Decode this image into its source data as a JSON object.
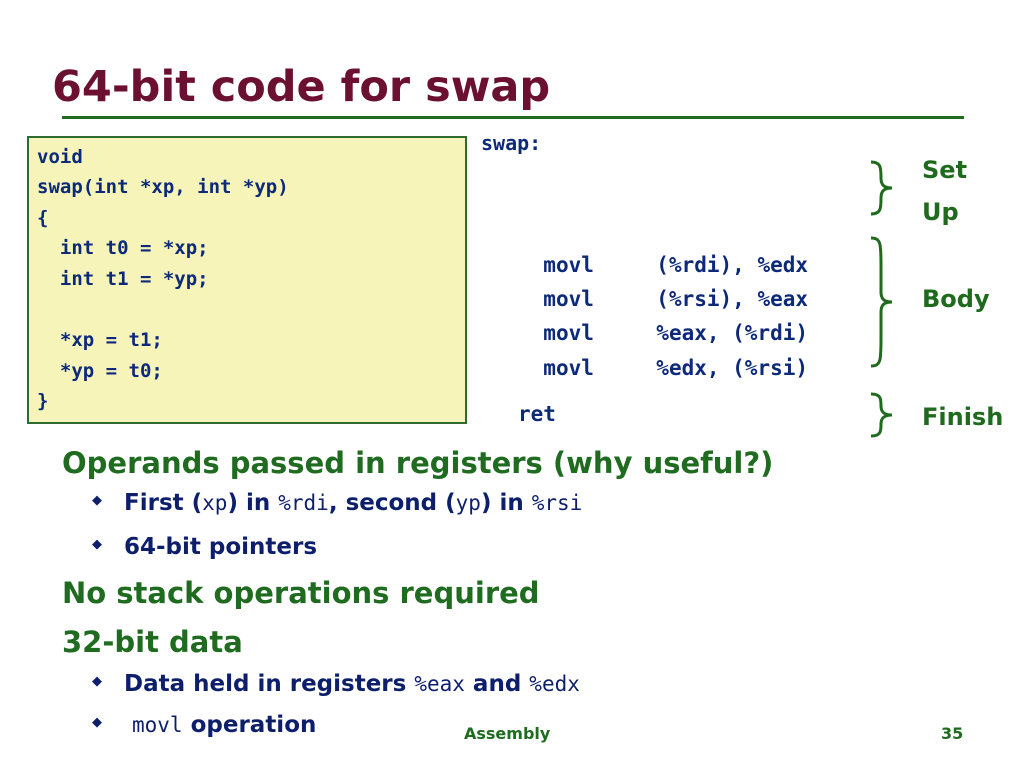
{
  "slide": {
    "title": "64-bit code for swap",
    "footer_center": "Assembly",
    "page_number": "35"
  },
  "c_code": {
    "lines": [
      "void",
      "swap(int *xp, int *yp)",
      "{",
      "  int t0 = *xp;",
      "  int t1 = *yp;",
      "",
      "  *xp = t1;",
      "  *yp = t0;",
      "}"
    ]
  },
  "asm": {
    "label": "swap:",
    "body": [
      {
        "op": "movl",
        "args": "(%rdi), %edx"
      },
      {
        "op": "movl",
        "args": "(%rsi), %eax"
      },
      {
        "op": "movl",
        "args": "%eax, (%rdi)"
      },
      {
        "op": "movl",
        "args": "%edx, (%rsi)"
      }
    ],
    "ret": "ret"
  },
  "annotations": {
    "setup_line1": "Set",
    "setup_line2": "Up",
    "body": "Body",
    "finish": "Finish"
  },
  "bullets": {
    "b1": "Operands passed in registers (why useful?)",
    "b1_sub1": {
      "t1": "First (",
      "c1": "xp",
      "t2": ") in ",
      "c2": "%rdi",
      "t3": ", second (",
      "c3": "yp",
      "t4": ") in ",
      "c4": "%rsi"
    },
    "b1_sub2": "64-bit pointers",
    "b2": "No stack operations required",
    "b3": "32-bit data",
    "b3_sub1": {
      "t1": "Data held in registers ",
      "c1": "%eax",
      "t2": " and ",
      "c2": "%edx"
    },
    "b3_sub2": {
      "c1": "movl",
      "t1": " operation"
    },
    "diamond": "◆"
  },
  "colors": {
    "title": "#6b1030",
    "green": "#1f6b1f",
    "code_blue": "#0d2a7a",
    "code_bg": "#f6f4b8"
  }
}
